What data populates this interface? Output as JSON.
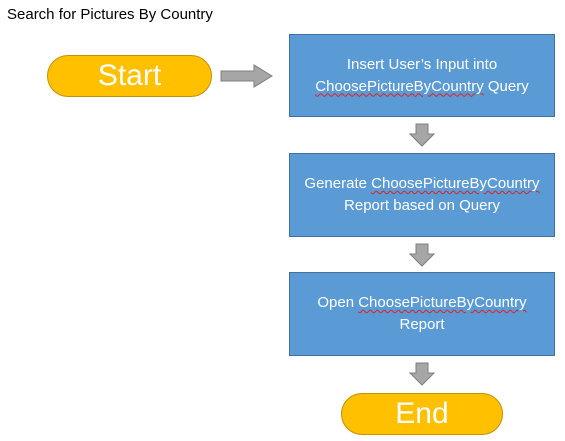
{
  "title": "Search for Pictures By Country",
  "colors": {
    "terminator_fill": "#ffc000",
    "terminator_border": "#c58f00",
    "process_fill": "#5b9bd5",
    "process_border": "#41719c",
    "arrow_fill": "#a6a6a6",
    "arrow_border": "#7f7f7f",
    "spellcheck_underline": "#e02020"
  },
  "nodes": {
    "start": "Start",
    "step1": {
      "line1": "Insert User’s Input into",
      "line2_term": "ChoosePictureByCountry",
      "line2_rest": " Query"
    },
    "step2": {
      "line1_prefix": "Generate ",
      "line1_term": "ChoosePictureByCountry",
      "line2": "Report based on Query"
    },
    "step3": {
      "line1_prefix": "Open ",
      "line1_term": "ChoosePictureByCountry",
      "line2": "Report"
    },
    "end": "End"
  }
}
